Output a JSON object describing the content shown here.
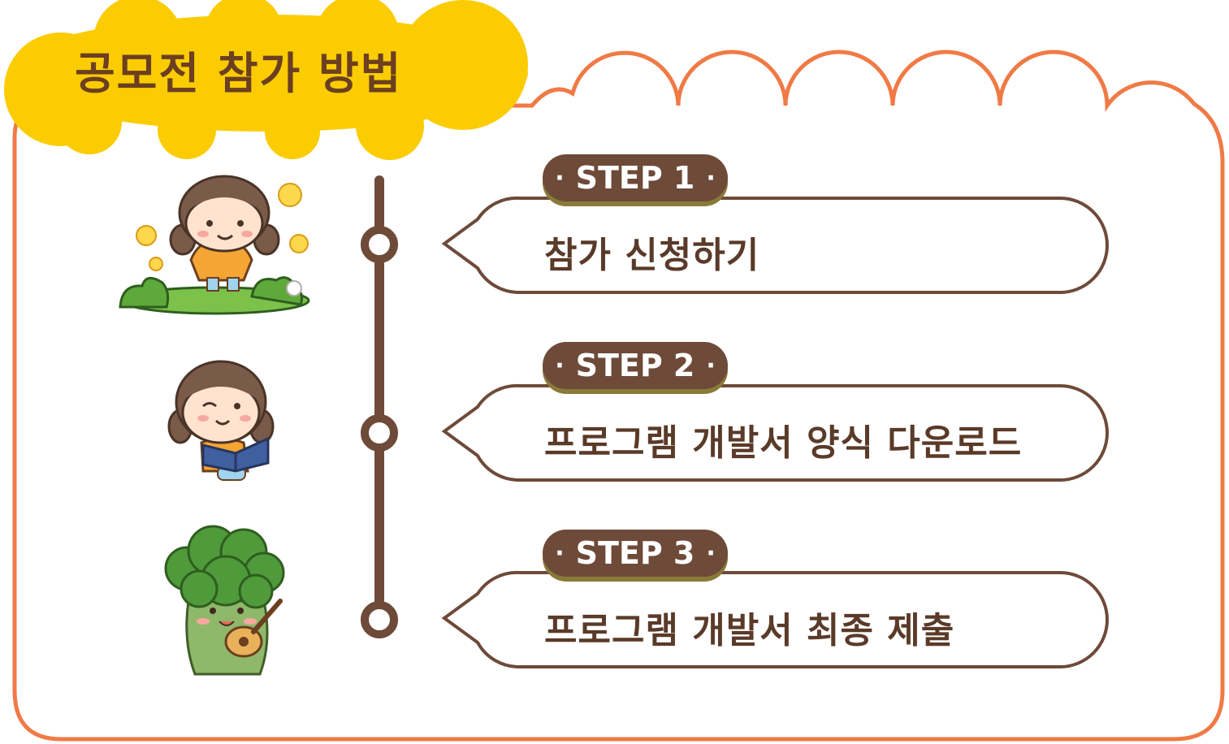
{
  "title": "공모전 참가 방법",
  "colors": {
    "frame": "#f07a45",
    "title_bg": "#fbcc02",
    "title_text": "#6b3f20",
    "timeline": "#6e4a39",
    "badge_bg": "#6e4a39",
    "badge_shadow": "#8a7a38",
    "bubble_border": "#6e4a39",
    "step_text": "#5a3a28"
  },
  "steps": [
    {
      "badge": "STEP 1",
      "text": "참가 신청하기",
      "illustration": "girl-running-flowers-icon"
    },
    {
      "badge": "STEP 2",
      "text": "프로그램 개발서 양식 다운로드",
      "illustration": "girl-reading-book-icon"
    },
    {
      "badge": "STEP 3",
      "text": "프로그램 개발서 최종 제출",
      "illustration": "broccoli-guitar-icon"
    }
  ]
}
